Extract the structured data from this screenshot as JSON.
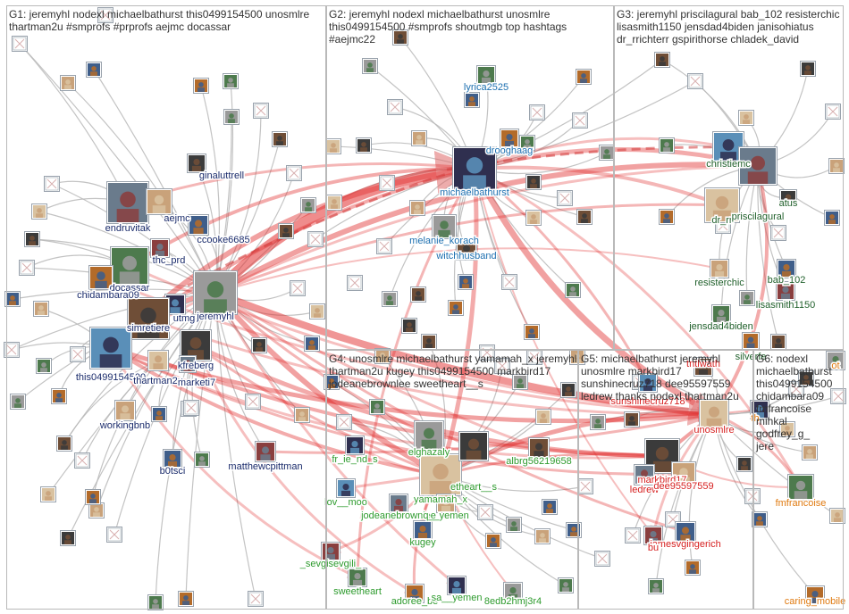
{
  "groups": [
    {
      "id": "G1",
      "header": "G1: jeremyhl nodexl michaelbathurst this0499154500 unosmlre\nthartman2u #smprofs #prprofs aejmc docassar"
    },
    {
      "id": "G2",
      "header": "G2: jeremyhl nodexl michaelbathurst unosmlre\nthis0499154500 #smprofs shoutmgb top hashtags\n#aejmc22"
    },
    {
      "id": "G3",
      "header": "G3: jeremyhl priscilagural bab_102 resisterchic\nlisasmith1150 jensdad4biden janisohiatus\ndr_rrichterr gspirithorse chladek_david"
    },
    {
      "id": "G4",
      "header": "G4: unosmlre michaelbathurst yamamah_x jeremyhl\nthartman2u kugey this0499154500 markbird17\njodeanebrownlee sweetheart__s"
    },
    {
      "id": "G5",
      "header": "G5: michaelbathurst jeremyhl\nunosmlre markbird17\nsunshinecruz718 dee95597559\nledrew thanks nodexl thartman2u"
    },
    {
      "id": "G6",
      "header": "G6: nodexl\nmichaelbathurst\nthis0499154500\nchidambara09\nfmfrancoise\nmihkal godfrey_g_\njere"
    }
  ],
  "nodes": [
    {
      "id": "n1",
      "label": "ginaluttrell",
      "group": "G1",
      "color": "#1a2b6b"
    },
    {
      "id": "n2",
      "label": "endruvitak",
      "group": "G1",
      "color": "#1a2b6b"
    },
    {
      "id": "n3",
      "label": "aejmc",
      "group": "G1",
      "color": "#1a2b6b"
    },
    {
      "id": "n4",
      "label": "ccooke6685",
      "group": "G1",
      "color": "#1a2b6b"
    },
    {
      "id": "n5",
      "label": "thc_prd",
      "group": "G1",
      "color": "#1a2b6b"
    },
    {
      "id": "n6",
      "label": "docassar",
      "group": "G1",
      "color": "#1a2b6b"
    },
    {
      "id": "n7",
      "label": "chidambara09",
      "group": "G1",
      "color": "#1a2b6b"
    },
    {
      "id": "n8",
      "label": "utmg",
      "group": "G1",
      "color": "#1a2b6b"
    },
    {
      "id": "n9",
      "label": "jeremyhl",
      "group": "G1",
      "color": "#1a2b6b"
    },
    {
      "id": "n10",
      "label": "simretiere",
      "group": "G1",
      "color": "#1a2b6b"
    },
    {
      "id": "n11",
      "label": "this0499154500",
      "group": "G1",
      "color": "#1a2b6b"
    },
    {
      "id": "n12",
      "label": "thartman2u",
      "group": "G1",
      "color": "#1a2b6b"
    },
    {
      "id": "n13",
      "label": "kfreberg",
      "group": "G1",
      "color": "#1a2b6b"
    },
    {
      "id": "n14",
      "label": "marketi7",
      "group": "G1",
      "color": "#1a2b6b"
    },
    {
      "id": "n15",
      "label": "workingbnb",
      "group": "G1",
      "color": "#1a2b6b"
    },
    {
      "id": "n16",
      "label": "b0tsci",
      "group": "G1",
      "color": "#1a2b6b"
    },
    {
      "id": "n17",
      "label": "matthewcpittman",
      "group": "G1",
      "color": "#1a2b6b"
    },
    {
      "id": "n18",
      "label": "lyrica2525",
      "group": "G2",
      "color": "#1c6fb0"
    },
    {
      "id": "n19",
      "label": "drooghaag",
      "group": "G2",
      "color": "#1c6fb0"
    },
    {
      "id": "n20",
      "label": "michaelbathurst",
      "group": "G2",
      "color": "#1c6fb0"
    },
    {
      "id": "n21",
      "label": "melanie_korach",
      "group": "G2",
      "color": "#1c6fb0"
    },
    {
      "id": "n22",
      "label": "witchhusband",
      "group": "G2",
      "color": "#1c6fb0"
    },
    {
      "id": "n23",
      "label": "christiemc",
      "group": "G3",
      "color": "#1f5f2a"
    },
    {
      "id": "n24",
      "label": "dr_rr",
      "group": "G3",
      "color": "#1f5f2a"
    },
    {
      "id": "n25",
      "label": "atus",
      "group": "G3",
      "color": "#1f5f2a"
    },
    {
      "id": "n26",
      "label": "priscilagural",
      "group": "G3",
      "color": "#1f5f2a"
    },
    {
      "id": "n27",
      "label": "resisterchic",
      "group": "G3",
      "color": "#1f5f2a"
    },
    {
      "id": "n28",
      "label": "bab_102",
      "group": "G3",
      "color": "#1f5f2a"
    },
    {
      "id": "n29",
      "label": "lisasmith1150",
      "group": "G3",
      "color": "#1f5f2a"
    },
    {
      "id": "n30",
      "label": "jensdad4biden",
      "group": "G3",
      "color": "#1f5f2a"
    },
    {
      "id": "n31",
      "label": "silverfe",
      "group": "G3",
      "color": "#1f5f2a"
    },
    {
      "id": "n32",
      "label": "fr_ie_nd_s",
      "group": "G4",
      "color": "#2e9b2e"
    },
    {
      "id": "n33",
      "label": "elghazaly",
      "group": "G4",
      "color": "#2e9b2e"
    },
    {
      "id": "n34",
      "label": "albrg56219658",
      "group": "G4",
      "color": "#2e9b2e"
    },
    {
      "id": "n35",
      "label": "lov__moo",
      "group": "G4",
      "color": "#2e9b2e"
    },
    {
      "id": "n36",
      "label": "yamamah_x",
      "group": "G4",
      "color": "#2e9b2e"
    },
    {
      "id": "n37",
      "label": "etheart__s",
      "group": "G4",
      "color": "#2e9b2e"
    },
    {
      "id": "n38",
      "label": "jodeanebrownlee",
      "group": "G4",
      "color": "#2e9b2e"
    },
    {
      "id": "n39",
      "label": "q__yemen",
      "group": "G4",
      "color": "#2e9b2e"
    },
    {
      "id": "n40",
      "label": "kugey",
      "group": "G4",
      "color": "#2e9b2e"
    },
    {
      "id": "n41",
      "label": "_sevgisevgili_",
      "group": "G4",
      "color": "#2e9b2e"
    },
    {
      "id": "n42",
      "label": "sweetheart",
      "group": "G4",
      "color": "#2e9b2e"
    },
    {
      "id": "n43",
      "label": "adoree_be",
      "group": "G4",
      "color": "#2e9b2e"
    },
    {
      "id": "n44",
      "label": "sa__yemen",
      "group": "G4",
      "color": "#2e9b2e"
    },
    {
      "id": "n45",
      "label": "8edb2hmj3r4",
      "group": "G4",
      "color": "#2e9b2e"
    },
    {
      "id": "n46",
      "label": "tntlwath",
      "group": "G5",
      "color": "#d62020"
    },
    {
      "id": "n47",
      "label": "sunshinecruz718",
      "group": "G5",
      "color": "#d62020"
    },
    {
      "id": "n48",
      "label": "unosmlre",
      "group": "G5",
      "color": "#d62020"
    },
    {
      "id": "n49",
      "label": "markbird17",
      "group": "G5",
      "color": "#d62020"
    },
    {
      "id": "n50",
      "label": "ledrew",
      "group": "G5",
      "color": "#d62020"
    },
    {
      "id": "n51",
      "label": "dee95597559",
      "group": "G5",
      "color": "#d62020"
    },
    {
      "id": "n52",
      "label": "jamesvgingerich",
      "group": "G5",
      "color": "#d62020"
    },
    {
      "id": "n53",
      "label": "bu",
      "group": "G5",
      "color": "#d62020"
    },
    {
      "id": "n54",
      "label": "fmfrancoise",
      "group": "G6",
      "color": "#e07a10"
    },
    {
      "id": "n55",
      "label": "caring_mobile",
      "group": "G6",
      "color": "#e07a10"
    },
    {
      "id": "n56",
      "label": "th",
      "group": "G6",
      "color": "#e07a10"
    },
    {
      "id": "n57",
      "label": "ot",
      "group": "G6",
      "color": "#e07a10"
    }
  ]
}
